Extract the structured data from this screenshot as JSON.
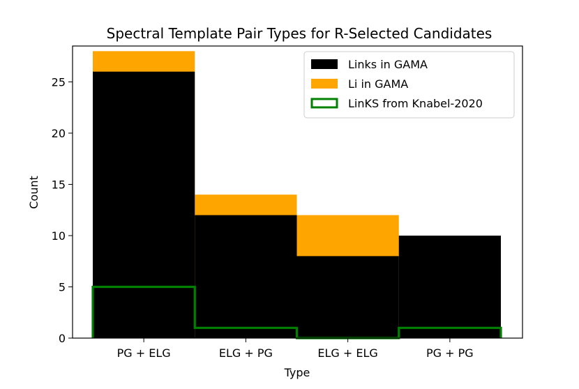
{
  "chart_data": {
    "type": "bar",
    "title": "Spectral Template Pair Types for R-Selected Candidates",
    "xlabel": "Type",
    "ylabel": "Count",
    "categories": [
      "PG + ELG",
      "ELG + PG",
      "ELG + ELG",
      "PG + PG"
    ],
    "ylim": [
      0,
      28.5
    ],
    "yticks": [
      0,
      5,
      10,
      15,
      20,
      25
    ],
    "series": [
      {
        "name": "Links in GAMA",
        "style": "filled",
        "color": "#000000",
        "values": [
          26,
          12,
          8,
          10
        ]
      },
      {
        "name": "Li in GAMA",
        "style": "filled",
        "color": "#ffa500",
        "values": [
          28,
          14,
          12,
          10
        ]
      },
      {
        "name": "LinKS from Knabel-2020",
        "style": "step-outline",
        "color": "#008000",
        "values": [
          5,
          1,
          0,
          1
        ]
      }
    ],
    "legend_position": "top-right",
    "grid": false
  }
}
